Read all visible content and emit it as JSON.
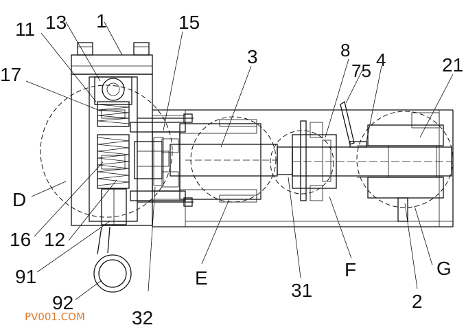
{
  "labels": {
    "l1": "1",
    "l2": "2",
    "l3": "3",
    "l8": "8",
    "l11": "11",
    "l12": "12",
    "l13": "13",
    "l15": "15",
    "l16": "16",
    "l17": "17",
    "l21": "21",
    "l31": "31",
    "l32": "32",
    "l75": "75",
    "l4": "4",
    "l91": "91",
    "l92": "92",
    "lD": "D",
    "lE": "E",
    "lF": "F",
    "lG": "G"
  },
  "watermark": "PV001.COM",
  "colors": {
    "line": "#111111",
    "watermark": "#e07a2a",
    "background": "#ffffff"
  }
}
